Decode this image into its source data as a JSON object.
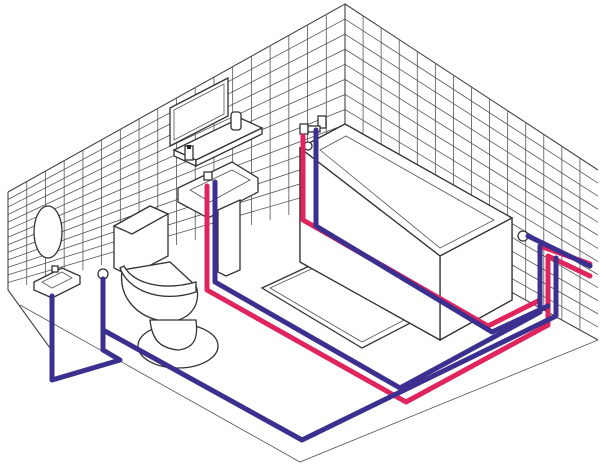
{
  "colors": {
    "hot_pipe": "#e0245e",
    "cold_pipe": "#3b2f8f",
    "outline": "#444444",
    "background": "#ffffff"
  },
  "scene": {
    "fixtures": [
      "wall-tiles",
      "mirror",
      "wash-basin",
      "shelf",
      "toilet",
      "bathtub",
      "floor-mat",
      "hand-sink",
      "oval-mirror"
    ],
    "pipes": [
      "hot-water-pipe",
      "cold-water-pipe"
    ]
  }
}
